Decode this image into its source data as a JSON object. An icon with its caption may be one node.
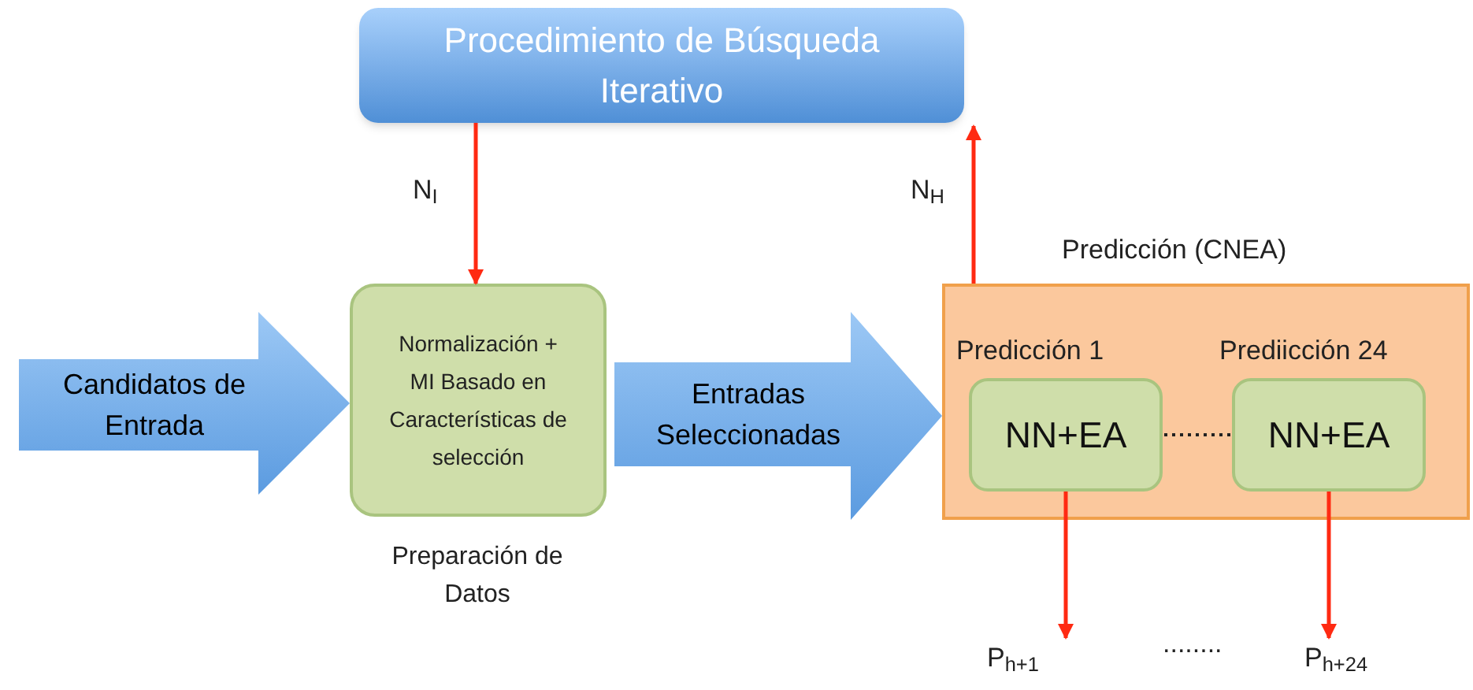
{
  "diagram": {
    "nodes": [
      {
        "text": [
          "Procedimiento de Búsqueda Iterativo"
        ]
      },
      {
        "text": [
          "Normalización + MI Basado en Características de selección"
        ],
        "beside": [
          "Preparación de Datos"
        ]
      },
      {
        "text": [
          "Predicción (CNEA)"
        ]
      },
      {
        "text": [
          "Predicción 1",
          "NN+EA"
        ],
        "in": 2
      },
      {
        "text": [
          "Prediicción 24",
          "NN+EA"
        ],
        "in": 2
      },
      {
        "text": [
          "P$_{h+1}$"
        ]
      },
      {
        "text": [
          "P$_{h+24}$"
        ]
      }
    ],
    "edges": [
      {
        "from": null,
        "to": 1,
        "arrow": "to",
        "label": "Candidatos de Entrada",
        "style": "thick",
        "color": "#5b9be0"
      },
      {
        "from": 1,
        "to": 2,
        "arrow": "to",
        "label": "Entradas Seleccionadas",
        "style": "thick",
        "color": "#5b9be0"
      },
      {
        "from": 0,
        "to": 1,
        "arrow": "to",
        "label": "N$_{I}$"
      },
      {
        "from": 2,
        "to": 0,
        "arrow": "to",
        "label": "N$_{H}$"
      },
      {
        "from": 3,
        "to": 4,
        "arrow": "none",
        "style": "dashed",
        "color": "#222222"
      },
      {
        "from": 3,
        "to": 5,
        "arrow": "to"
      },
      {
        "from": 4,
        "to": 6,
        "arrow": "to"
      }
    ],
    "labels": [
      "........"
    ]
  }
}
